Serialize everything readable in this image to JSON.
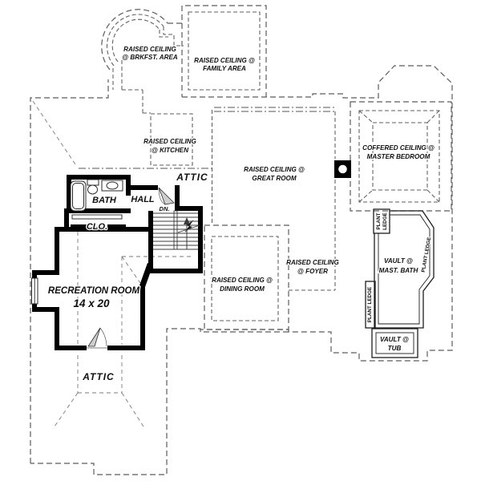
{
  "plan": {
    "type": "second-floor-plan",
    "colors": {
      "walls": "#000000",
      "dashed_lines": "#5c5c5c",
      "text": "#111111",
      "background": "#ffffff"
    }
  },
  "labels": {
    "brkfst": {
      "line1": "RAISED CEILING",
      "line2": "@ BRKFST. AREA"
    },
    "family": {
      "line1": "RAISED CEILING @",
      "line2": "FAMILY AREA"
    },
    "kitchen": {
      "line1": "RAISED CEILING",
      "line2": "@ KITCHEN"
    },
    "great": {
      "line1": "RAISED CEILING @",
      "line2": "GREAT ROOM"
    },
    "dining": {
      "line1": "RAISED CEILING @",
      "line2": "DINING ROOM"
    },
    "foyer": {
      "line1": "RAISED CEILING",
      "line2": "@ FOYER"
    },
    "coffered": {
      "line1": "COFFERED CEILING @",
      "line2": "MASTER BEDROOM"
    },
    "mast_bath": {
      "line1": "VAULT @",
      "line2": "MAST. BATH"
    },
    "vault_tub": {
      "line1": "VAULT @",
      "line2": "TUB"
    },
    "attic_upper": "ATTIC",
    "attic_lower": "ATTIC",
    "bath": "BATH",
    "hall": "HALL",
    "closet": "CLO.",
    "down": "DN.",
    "recreation": {
      "name": "RECREATION ROOM",
      "dims": "14 x 20"
    },
    "plant_ledge": {
      "word1": "PLANT",
      "word2": "LEDGE",
      "full": "PLANT LEDGE"
    }
  }
}
